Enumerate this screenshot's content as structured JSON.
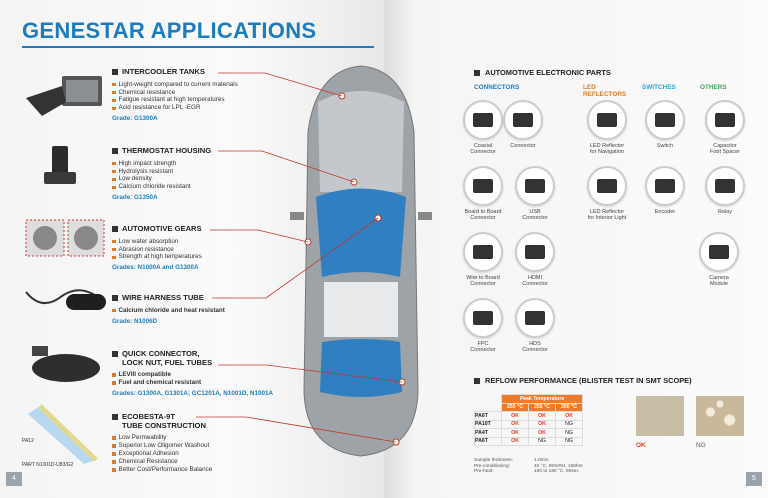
{
  "left": {
    "title": "GENESTAR APPLICATIONS",
    "page": "4",
    "sections": [
      {
        "heading": "INTERCOOLER TANKS",
        "items": [
          "Light-weight compared to current materials",
          "Chemical resistance",
          "Fatigue resistant at high temperatures",
          "Acid resistance for LPL -EGR"
        ],
        "grade": "Grade: G1300A"
      },
      {
        "heading": "THERMOSTAT HOUSING",
        "items": [
          "High impact strength",
          "Hydrolysis resistant",
          "Low density",
          "Calcium chloride resistant"
        ],
        "grade": "Grade: G1350A"
      },
      {
        "heading": "AUTOMOTIVE GEARS",
        "items": [
          "Low water absorption",
          "Abrasion resistance",
          "Strength at high temperatures"
        ],
        "grade": "Grades: N1000A and G1300A"
      },
      {
        "heading": "WIRE HARNESS TUBE",
        "items": [
          "Calcium chloride and heat resistant"
        ],
        "grade": "Grade: N1006D"
      },
      {
        "heading": "QUICK CONNECTOR,\nLOCK NUT, FUEL TUBES",
        "items": [
          "LEVIII compatible",
          "Fuel and chemical resistant"
        ],
        "grade": "Grades: G1300A, G1301A; GC1201A, N1001D, N1001A"
      },
      {
        "heading": "ECOBESTA-9T\nTUBE CONSTRUCTION",
        "items": [
          "Low Permeability",
          "Superior Low Oligomer Washout",
          "Exceptional Adhesion",
          "Chemical Resistance",
          "Better Cost/Performance Balance"
        ],
        "grade": ""
      }
    ],
    "tube_labels": {
      "pa12": "PA12",
      "part": "PART N1001D-U83/G2"
    }
  },
  "right": {
    "page": "5",
    "parts_heading": "AUTOMOTIVE ELECTRONIC PARTS",
    "categories": {
      "connectors": "CONNECTORS",
      "led": "LED\nREFLECTORS",
      "switches": "SWITCHES",
      "others": "OTHERS"
    },
    "items": [
      "Coaxial\nConnector",
      "Connector",
      "LED Reflector\nfor Navigation",
      "Switch",
      "Capacitor\nFoot Spacer",
      "Board to Board\nConnector",
      "USB\nConnector",
      "LED Reflector\nfor Interior Light",
      "Encoder",
      "Relay",
      "Wire to Board\nConnector",
      "HDMI\nConnector",
      "Camera\nModule",
      "FPC\nConnector",
      "HDS\nConnector"
    ],
    "reflow_heading": "REFLOW PERFORMANCE (BLISTER TEST IN SMT SCOPE)",
    "table": {
      "group": "Peak Temperature",
      "cols": [
        "250 °C",
        "255 °C",
        "260 °C"
      ],
      "rows": [
        [
          "PA6T",
          "OK",
          "OK",
          "OK"
        ],
        [
          "PA10T",
          "OK",
          "OK",
          "NG"
        ],
        [
          "PA4T",
          "OK",
          "OK",
          "NG"
        ],
        [
          "PA6T",
          "OK",
          "NG",
          "NG"
        ]
      ]
    },
    "notes": [
      "Sample thickness:",
      "Pre-conditioning:",
      "Pre-heat:",
      "1.0mm",
      "40 °C, 95%RH, 168hrs",
      "150 to 180 °C, 90sec"
    ],
    "swatch_ok": "OK",
    "swatch_ng": "NG"
  },
  "colors": {
    "accent": "#1d7cc0",
    "bullet": "#e07a2a",
    "connectors": "#1d7cc0",
    "led": "#e07a2a",
    "switches": "#2aa7d5",
    "others": "#3aa35a",
    "leader": "#c0392b"
  }
}
